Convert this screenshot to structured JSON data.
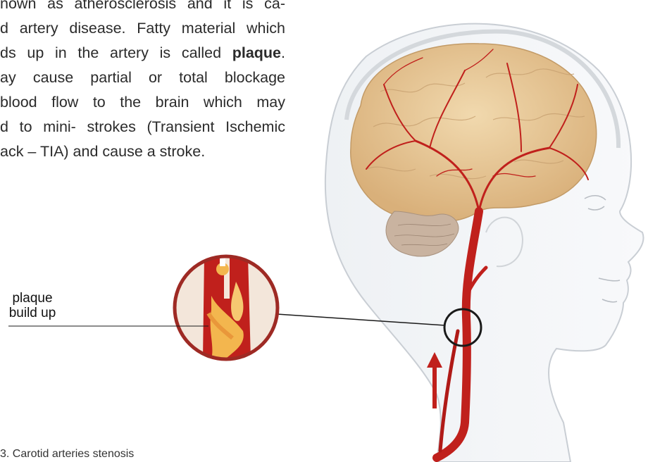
{
  "paragraph": {
    "lines": [
      "nown as atherosclerosis and it is ca-",
      "d artery disease. Fatty material which",
      "ds up in the artery is called ",
      "ay cause partial or total blockage",
      "blood flow to the brain which may",
      "d to mini- strokes (Transient Ischemic",
      "ack – TIA) and cause a stroke."
    ],
    "bold_word": "plaque",
    "line3_suffix": "."
  },
  "annotation": {
    "line1": "plaque",
    "line2": "build up"
  },
  "caption": "3. Carotid arteries stenosis",
  "colors": {
    "artery": "#c0201c",
    "brain": "#e9c99a",
    "head_outline": "#d2d6da",
    "plaque": "#f3b64e"
  }
}
